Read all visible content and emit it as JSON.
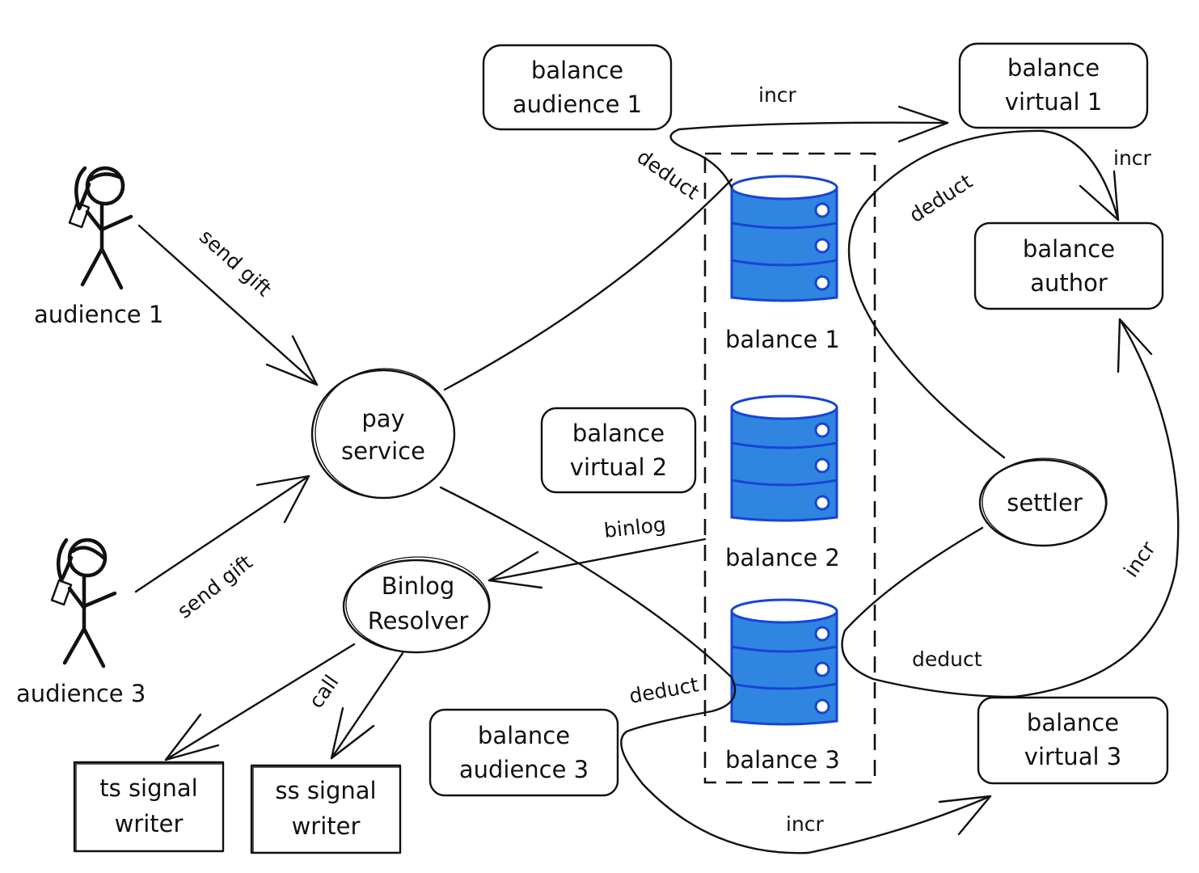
{
  "colors": {
    "ink": "#111111",
    "db_fill": "#2f85e0",
    "db_stroke": "#1744d6",
    "background": "#ffffff"
  },
  "actors": [
    {
      "id": "audience-1",
      "label": "audience 1",
      "icon": "person-with-phone-icon"
    },
    {
      "id": "audience-3",
      "label": "audience 3",
      "icon": "person-with-phone-icon"
    }
  ],
  "services": {
    "pay_service": [
      "pay",
      "service"
    ],
    "binlog_resolver": [
      "Binlog",
      "Resolver"
    ],
    "settler": [
      "settler"
    ]
  },
  "balances": {
    "audience_1": [
      "balance",
      "audience 1"
    ],
    "virtual_1": [
      "balance",
      "virtual 1"
    ],
    "author": [
      "balance",
      "author"
    ],
    "virtual_2": [
      "balance",
      "virtual 2"
    ],
    "audience_3": [
      "balance",
      "audience 3"
    ],
    "virtual_3": [
      "balance",
      "virtual 3"
    ]
  },
  "writers": {
    "ts": [
      "ts signal",
      "writer"
    ],
    "ss": [
      "ss signal",
      "writer"
    ]
  },
  "databases": [
    {
      "label": "balance 1",
      "icon": "database-icon"
    },
    {
      "label": "balance 2",
      "icon": "database-icon"
    },
    {
      "label": "balance 3",
      "icon": "database-icon"
    }
  ],
  "edges": {
    "send_gift_1": "send gift",
    "send_gift_3": "send gift",
    "deduct_aud1": "deduct",
    "incr_virtual1": "incr",
    "incr_author_v1": "incr",
    "deduct_settler_v1": "deduct",
    "binlog": "binlog",
    "call": "call",
    "deduct_aud3": "deduct",
    "incr_virtual3": "incr",
    "deduct_settler_v3": "deduct",
    "incr_author_v3": "incr"
  }
}
